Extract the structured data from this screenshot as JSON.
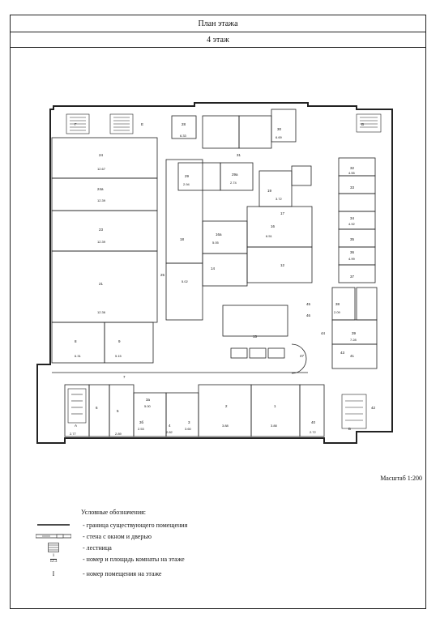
{
  "header": {
    "title": "План этажа",
    "floor": "4 этаж"
  },
  "scale": "Масштаб 1:200",
  "legend": {
    "title": "Условные обозначения:",
    "items": [
      {
        "icon": "solid-line-icon",
        "text": "- граница существующего помещения"
      },
      {
        "icon": "wall-window-door-icon",
        "text": "- стена с окном и дверью"
      },
      {
        "icon": "stairs-icon",
        "text": "- лестница"
      },
      {
        "icon": "room-number-area-icon",
        "text": "- номер и площадь комнаты на этаже",
        "sample_number": "1",
        "sample_area": "12.3"
      },
      {
        "icon": "room-index-icon",
        "text": "- номер помещения на этаже",
        "sample": "I"
      }
    ]
  },
  "rooms": [
    {
      "id": "24",
      "area": "12.67"
    },
    {
      "id": "24а",
      "area": "12.39"
    },
    {
      "id": "23",
      "area": "12.39"
    },
    {
      "id": "21",
      "area": "12.36"
    },
    {
      "id": "8",
      "area": "6.31"
    },
    {
      "id": "9",
      "area": "5.15"
    },
    {
      "id": "7",
      "area": ""
    },
    {
      "id": "6",
      "area": "6.43"
    },
    {
      "id": "5",
      "area": "2.89"
    },
    {
      "id": "А",
      "area": "2.77"
    },
    {
      "id": "3а",
      "area": "5.00"
    },
    {
      "id": "3б",
      "area": "2.53"
    },
    {
      "id": "4",
      "area": "2.82"
    },
    {
      "id": "3",
      "area": "3.60"
    },
    {
      "id": "2",
      "area": "3.88"
    },
    {
      "id": "1",
      "area": "3.88"
    },
    {
      "id": "40",
      "area": "2.72"
    },
    {
      "id": "42",
      "area": ""
    },
    {
      "id": "Б",
      "area": ""
    },
    {
      "id": "Г",
      "area": ""
    },
    {
      "id": "Е",
      "area": ""
    },
    {
      "id": "В",
      "area": ""
    },
    {
      "id": "28",
      "area": "6.33"
    },
    {
      "id": "30",
      "area": "6.69"
    },
    {
      "id": "31",
      "area": ""
    },
    {
      "id": "29",
      "area": "2.94"
    },
    {
      "id": "29а",
      "area": "2.74"
    },
    {
      "id": "19",
      "area": "3.72"
    },
    {
      "id": "18",
      "area": "5.02"
    },
    {
      "id": "16",
      "area": "6.51"
    },
    {
      "id": "17",
      "area": ""
    },
    {
      "id": "16а",
      "area": "5.05"
    },
    {
      "id": "12",
      "area": ""
    },
    {
      "id": "14",
      "area": ""
    },
    {
      "id": "25",
      "area": ""
    },
    {
      "id": "32",
      "area": "4.55"
    },
    {
      "id": "33",
      "area": ""
    },
    {
      "id": "34",
      "area": "4.92"
    },
    {
      "id": "35",
      "area": ""
    },
    {
      "id": "36",
      "area": "4.99"
    },
    {
      "id": "37",
      "area": ""
    },
    {
      "id": "38",
      "area": "2.09"
    },
    {
      "id": "39",
      "area": "7.28"
    },
    {
      "id": "41",
      "area": ""
    },
    {
      "id": "43",
      "area": ""
    },
    {
      "id": "44",
      "area": ""
    },
    {
      "id": "45",
      "area": ""
    },
    {
      "id": "46",
      "area": ""
    },
    {
      "id": "47",
      "area": ""
    },
    {
      "id": "15",
      "area": ""
    }
  ]
}
